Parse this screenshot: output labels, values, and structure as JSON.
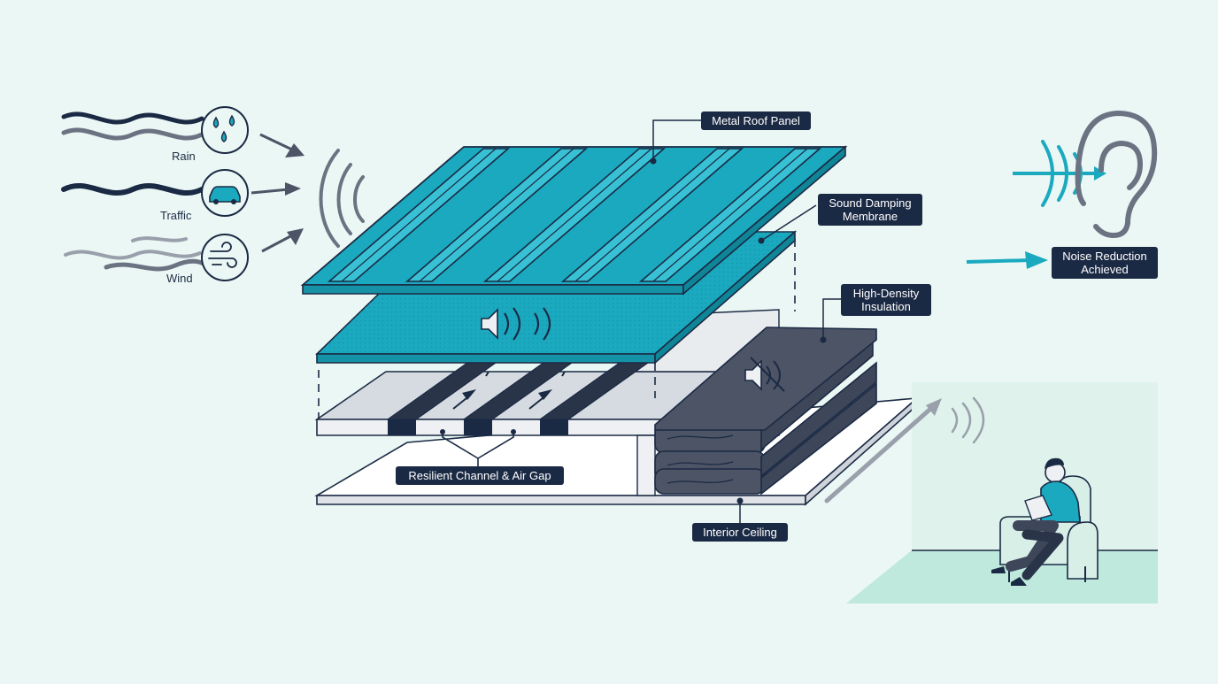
{
  "sources": [
    {
      "label": "Rain",
      "icon": "rain-drops-icon"
    },
    {
      "label": "Traffic",
      "icon": "car-icon"
    },
    {
      "label": "Wind",
      "icon": "wind-icon"
    }
  ],
  "layers": {
    "metal_roof_panel": "Metal Roof Panel",
    "sound_damping_line1": "Sound Damping",
    "sound_damping_line2": "Membrane",
    "insulation_line1": "High-Density",
    "insulation_line2": "Insulation",
    "resilient_channel": "Resilient Channel & Air Gap",
    "interior_ceiling": "Interior Ceiling"
  },
  "result": {
    "line1": "Noise Reduction",
    "line2": "Achieved",
    "icon": "ear-icon"
  },
  "colors": {
    "background": "#eaf7f4",
    "teal": "#1aa9bf",
    "navy": "#1b2a44",
    "slate": "#4c5466",
    "gray": "#6b7282",
    "mint": "#bfe9dd"
  }
}
